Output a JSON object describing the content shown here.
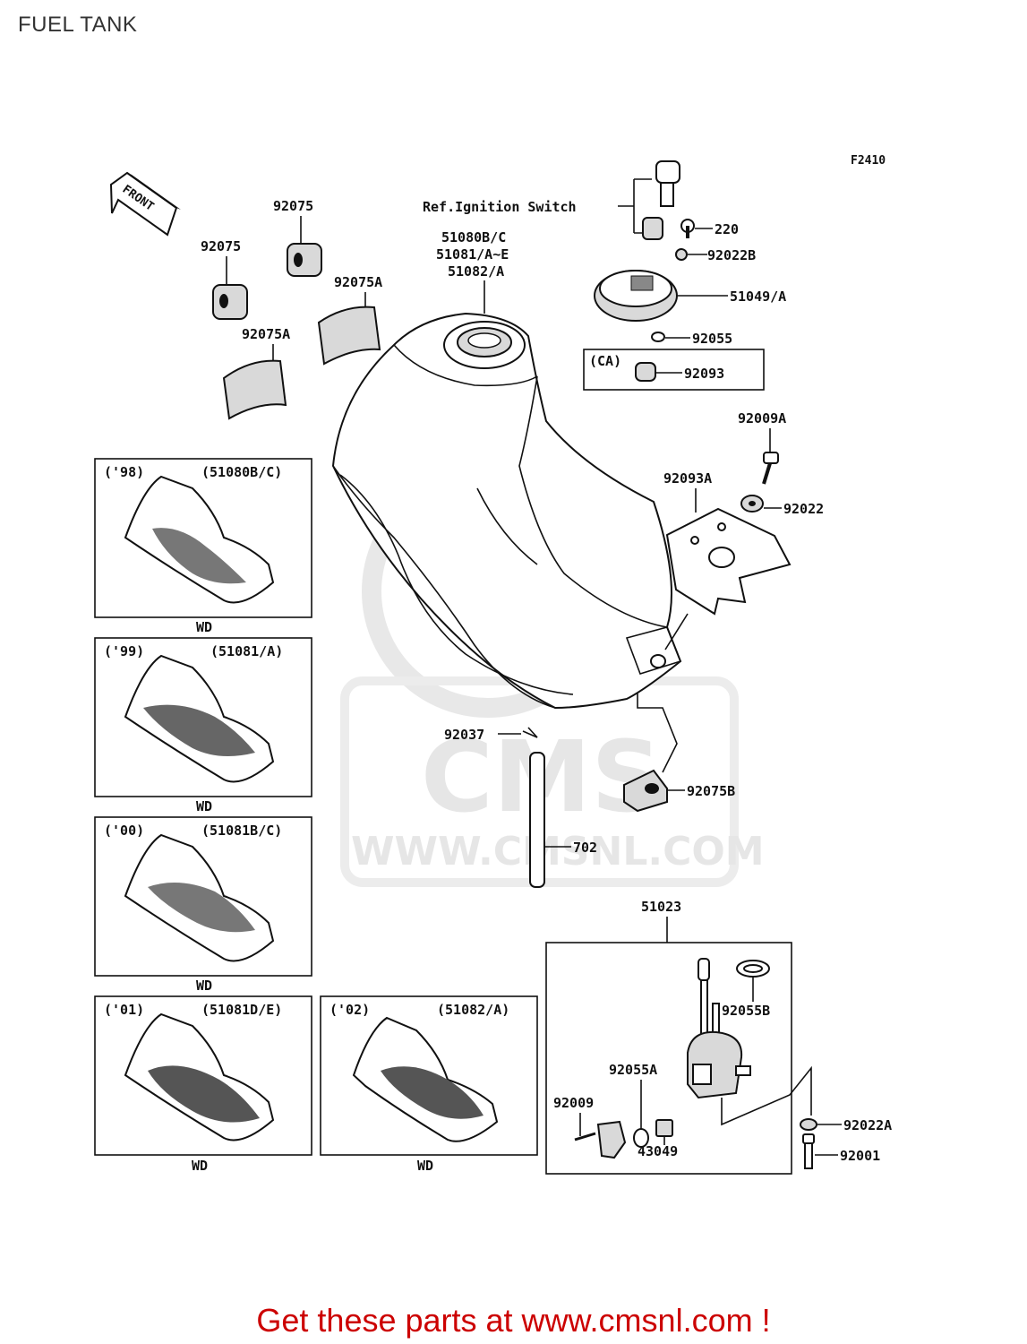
{
  "title": "FUEL TANK",
  "figure_code": "F2410",
  "front_label": "FRONT",
  "ref_note": "Ref.Ignition Switch",
  "watermark": {
    "brand": "CMS",
    "url": "WWW.CMSNL.COM"
  },
  "labels": {
    "l92075_a": "92075",
    "l92075_b": "92075",
    "l92075A_a": "92075A",
    "l92075A_b": "92075A",
    "tank1": "51080B/C",
    "tank2": "51081/A~E",
    "tank3": "51082/A",
    "l220": "220",
    "l92022B": "92022B",
    "l51049": "51049/A",
    "l92055": "92055",
    "ca": "(CA)",
    "l92093": "92093",
    "l92009A": "92009A",
    "l92093A": "92093A",
    "l92022": "92022",
    "l92037": "92037",
    "l92075B": "92075B",
    "l702": "702",
    "l51023": "51023",
    "l92055B": "92055B",
    "l92055A": "92055A",
    "l92009": "92009",
    "l43049": "43049",
    "l92022A": "92022A",
    "l92001": "92001"
  },
  "decals": [
    {
      "year": "('98)",
      "part": "(51080B/C)",
      "note": "WD"
    },
    {
      "year": "('99)",
      "part": "(51081/A)",
      "note": "WD"
    },
    {
      "year": "('00)",
      "part": "(51081B/C)",
      "note": "WD"
    },
    {
      "year": "('01)",
      "part": "(51081D/E)",
      "note": "WD"
    },
    {
      "year": "('02)",
      "part": "(51082/A)",
      "note": "WD"
    }
  ],
  "footer": "Get these parts at www.cmsnl.com !"
}
